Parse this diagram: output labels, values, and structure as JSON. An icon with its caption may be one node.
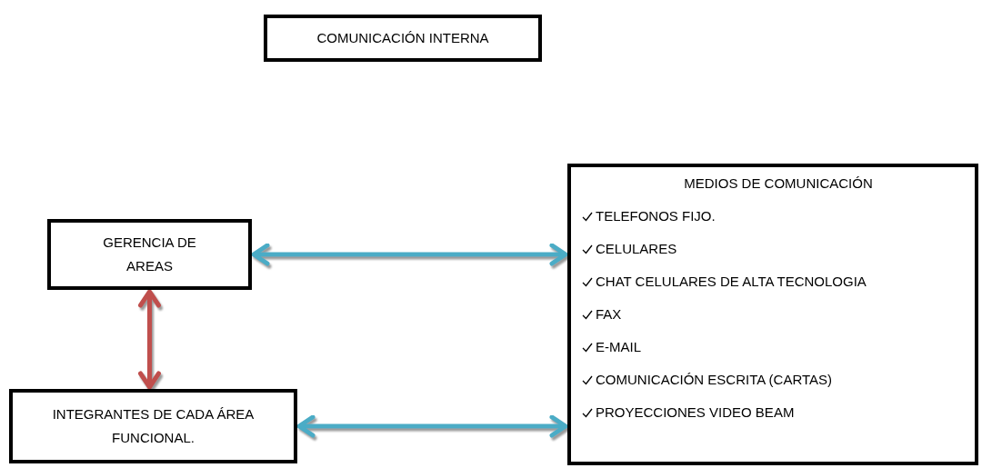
{
  "diagram": {
    "nodes": [
      {
        "text": [
          "COMUNICACIÓN INTERNA"
        ]
      },
      {
        "text": [
          "GERENCIA DE AREAS"
        ]
      },
      {
        "text": [
          "INTEGRANTES DE CADA ÁREA FUNCIONAL."
        ]
      },
      {
        "text": [
          "MEDIOS DE COMUNICACIÓN",
          "TELEFONOS FIJO.",
          "CELULARES",
          "CHAT CELULARES DE ALTA TECNOLOGIA",
          "FAX",
          "E-MAIL",
          "COMUNICACIÓN ESCRITA (CARTAS)",
          "PROYECCIONES VIDEO BEAM"
        ]
      }
    ],
    "edges": [
      {
        "from": 1,
        "to": 3,
        "arrow": "both"
      },
      {
        "from": 1,
        "to": 2,
        "arrow": "both",
        "color": "#c0504d"
      },
      {
        "from": 2,
        "to": 3,
        "arrow": "both"
      }
    ]
  }
}
